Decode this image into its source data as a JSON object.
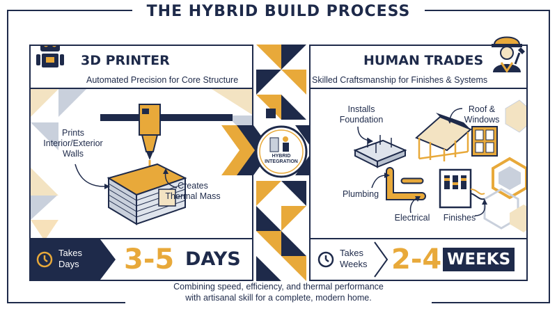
{
  "title": "THE HYBRID BUILD PROCESS",
  "left_panel": {
    "title": "3D PRINTER",
    "subtitle": "Automated Precision for Core Structure",
    "labels": {
      "prints_line1": "Prints",
      "prints_line2": "Interior/Exterior",
      "prints_line3": "Walls",
      "creates_line1": "Creates",
      "creates_line2": "Thermal Mass"
    },
    "duration": {
      "takes_line1": "Takes",
      "takes_line2": "Days",
      "value": "3-5",
      "unit": "DAYS"
    }
  },
  "center": {
    "badge_line1": "HYBRID",
    "badge_line2": "INTEGRATION"
  },
  "right_panel": {
    "title": "HUMAN TRADES",
    "subtitle": "Skilled Craftsmanship for Finishes & Systems",
    "labels": {
      "foundation_line1": "Installs",
      "foundation_line2": "Foundation",
      "roof_line1": "Roof &",
      "roof_line2": "Windows",
      "plumbing": "Plumbing",
      "electrical": "Electrical",
      "finishes": "Finishes"
    },
    "duration": {
      "takes_line1": "Takes",
      "takes_line2": "Weeks",
      "value": "2-4",
      "unit": "WEEKS"
    }
  },
  "footer": {
    "line1": "Combining speed, efficiency, and thermal performance",
    "line2": "with artisanal skill for a complete, modern home."
  },
  "colors": {
    "navy": "#1e2a4a",
    "gold": "#e8a93a",
    "pale_gold": "#f3e3c2",
    "gray_blue": "#c9d0dc"
  },
  "icons": [
    "robot-icon",
    "worker-icon",
    "clock-icon",
    "printer-nozzle-icon",
    "wall-layers-icon",
    "foundation-icon",
    "house-frame-icon",
    "window-icon",
    "pipe-icon",
    "electrical-panel-icon",
    "chevron-arrow-icon"
  ]
}
